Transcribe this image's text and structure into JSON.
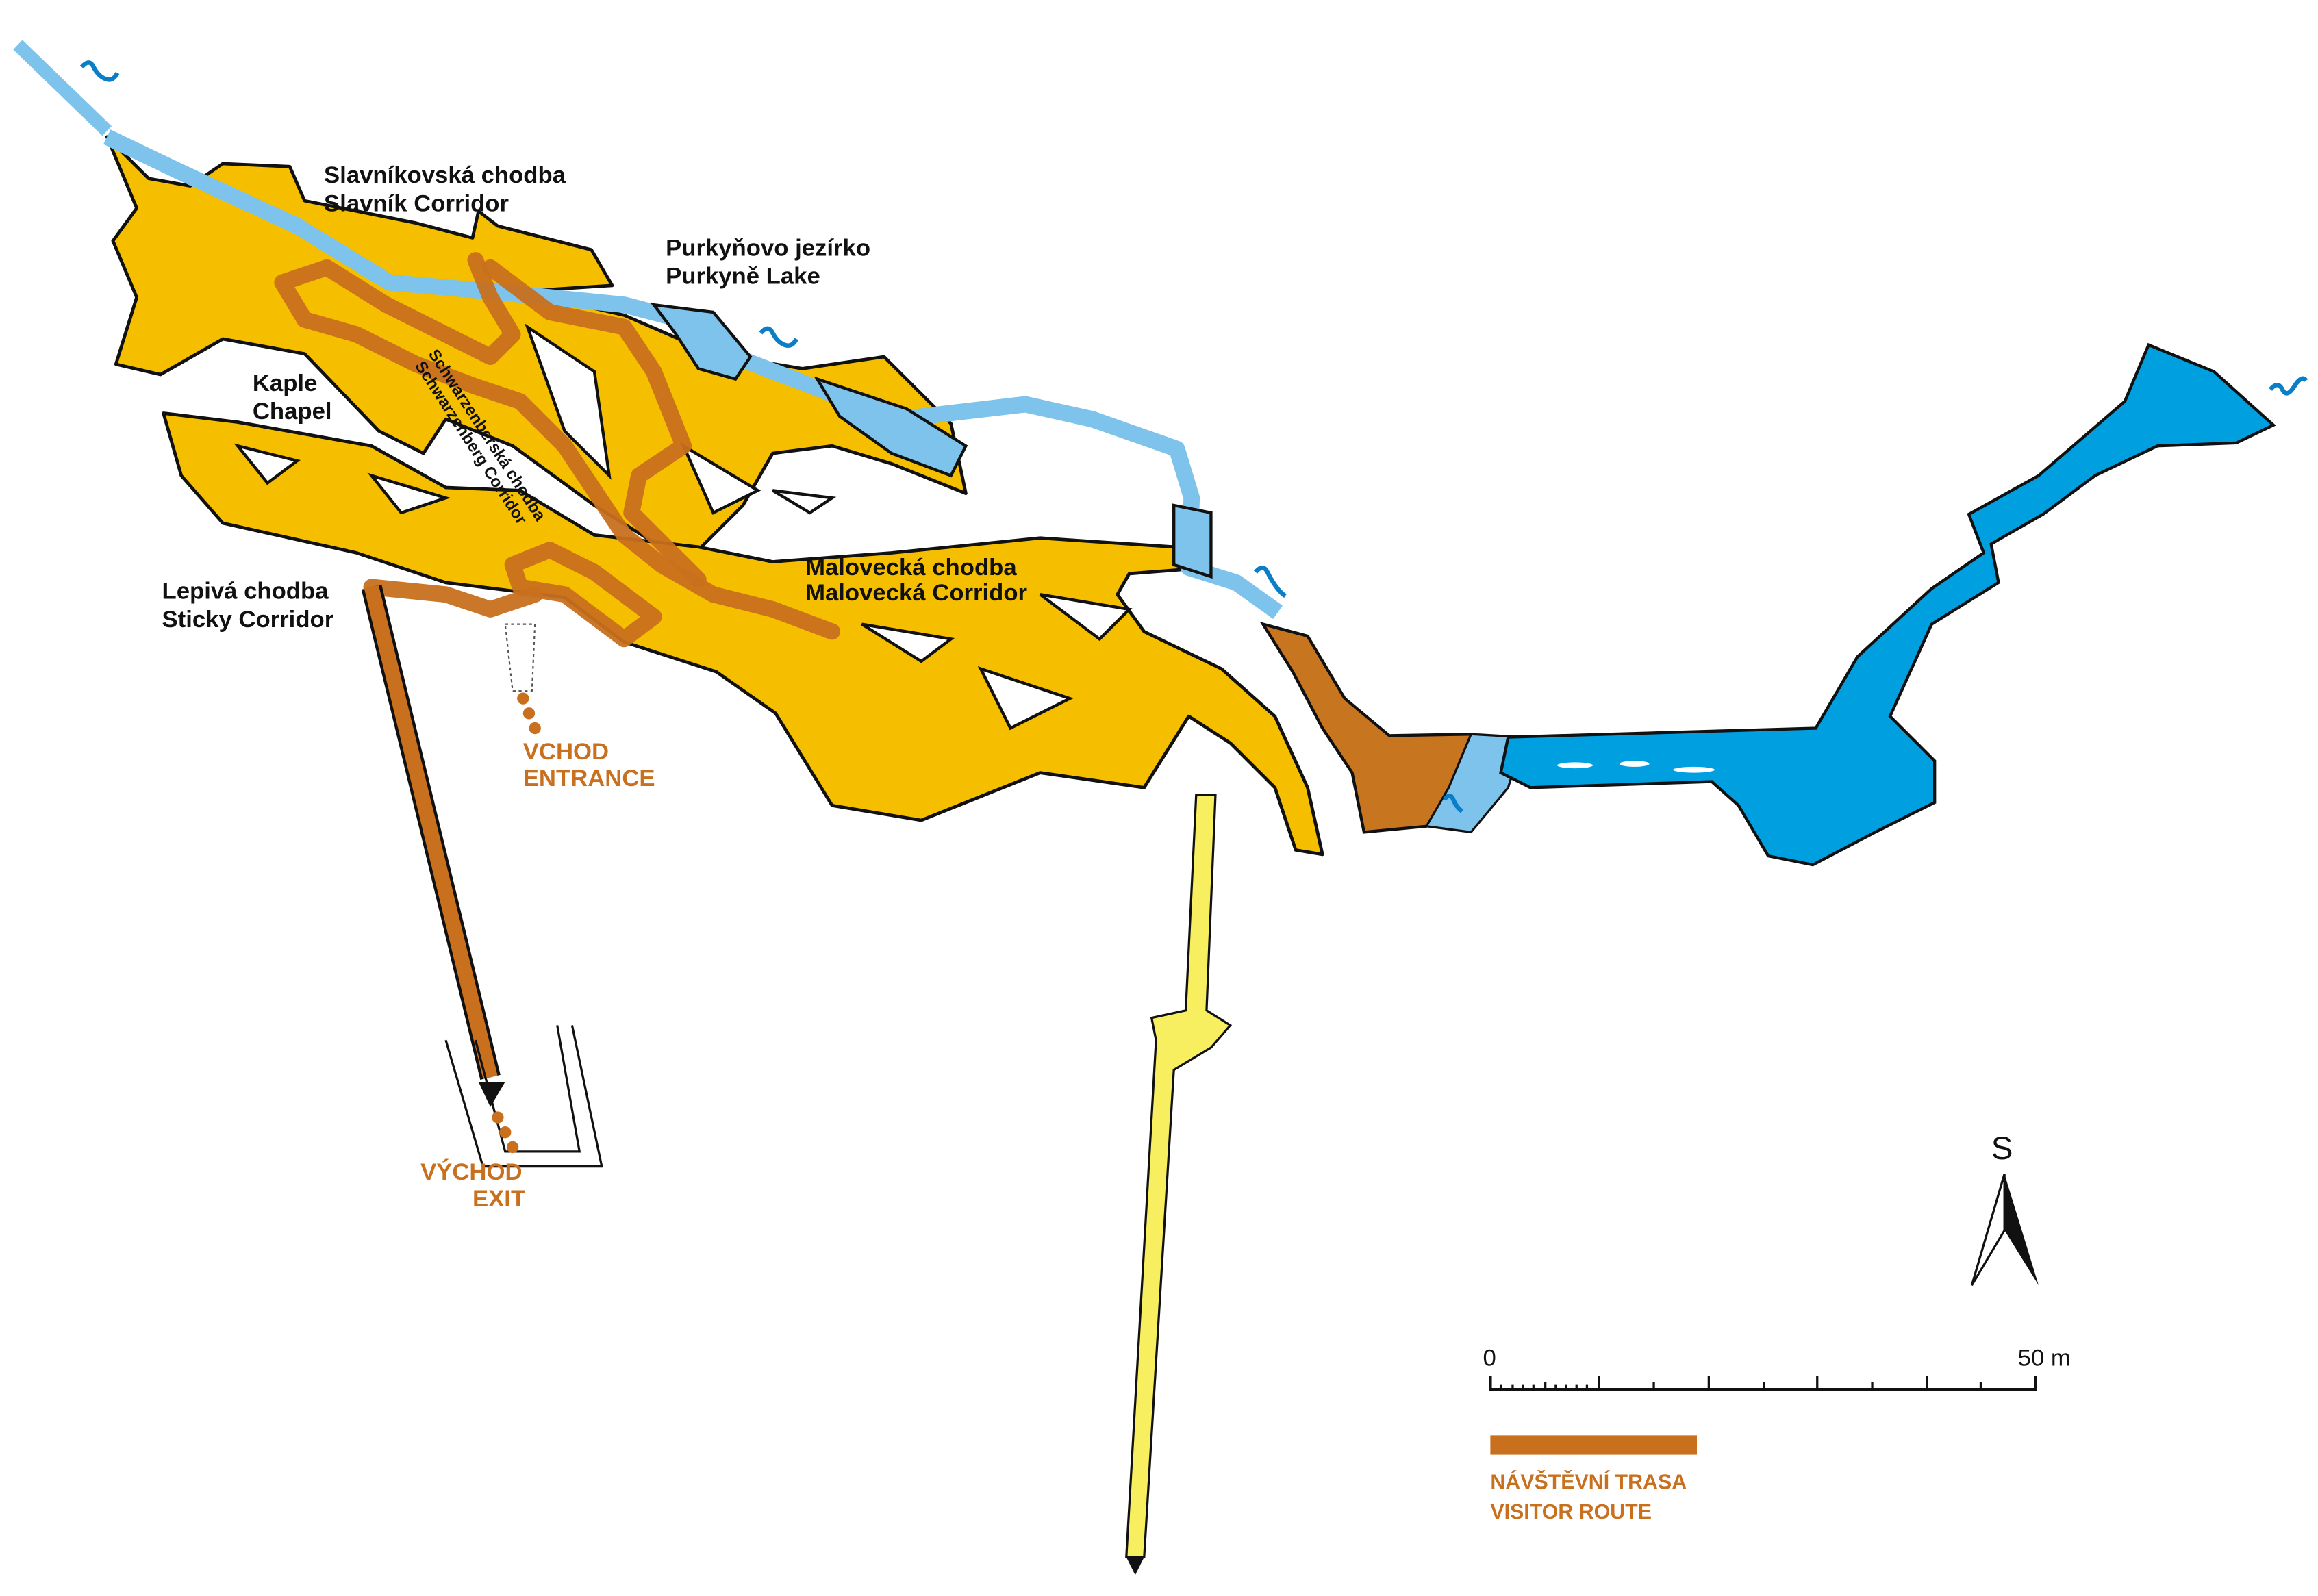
{
  "map": {
    "labels": {
      "slavnik_cz": "Slavníkovská chodba",
      "slavnik_en": "Slavník Corridor",
      "purkyne_cz": "Purkyňovo jezírko",
      "purkyne_en": "Purkyně Lake",
      "kaple_cz": "Kaple",
      "kaple_en": "Chapel",
      "schwarz_cz": "Schwarzenberská chodba",
      "schwarz_en": "Schwarzenberg Corridor",
      "malovecka_cz": "Malovecká chodba",
      "malovecka_en": "Malovecká Corridor",
      "lepiva_cz": "Lepivá chodba",
      "lepiva_en": "Sticky Corridor",
      "vchod_cz": "VCHOD",
      "vchod_en": "ENTRANCE",
      "vychod_cz": "VÝCHOD",
      "vychod_en": "EXIT"
    },
    "north_arrow": {
      "label": "S"
    },
    "scale_bar": {
      "start": "0",
      "end": "50 m"
    },
    "legend": {
      "route_cz": "NÁVŠTĚVNÍ TRASA",
      "route_en": "VISITOR ROUTE"
    },
    "colors": {
      "cave": "#f5bf00",
      "route": "#c8701e",
      "water_light": "#7dc3ec",
      "lake": "#00a0e0",
      "tunnel": "#f8ef60",
      "mud": "#c87520"
    }
  }
}
